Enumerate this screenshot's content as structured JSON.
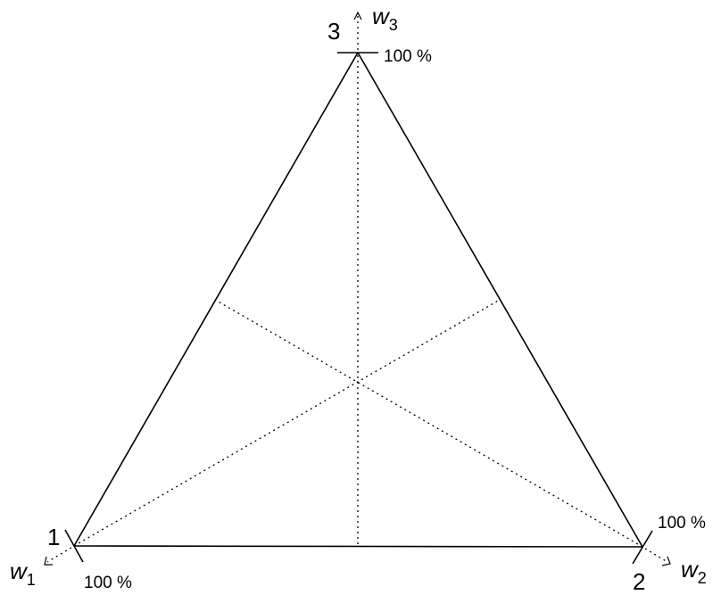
{
  "vertices": [
    {
      "id": "1",
      "label": "1",
      "percent_label": "100 %",
      "axis_name": "w",
      "axis_subscript": "1"
    },
    {
      "id": "2",
      "label": "2",
      "percent_label": "100 %",
      "axis_name": "w",
      "axis_subscript": "2"
    },
    {
      "id": "3",
      "label": "3",
      "percent_label": "100 %",
      "axis_name": "w",
      "axis_subscript": "3"
    }
  ],
  "colors": {
    "stroke": "#000000",
    "background": "#ffffff"
  }
}
